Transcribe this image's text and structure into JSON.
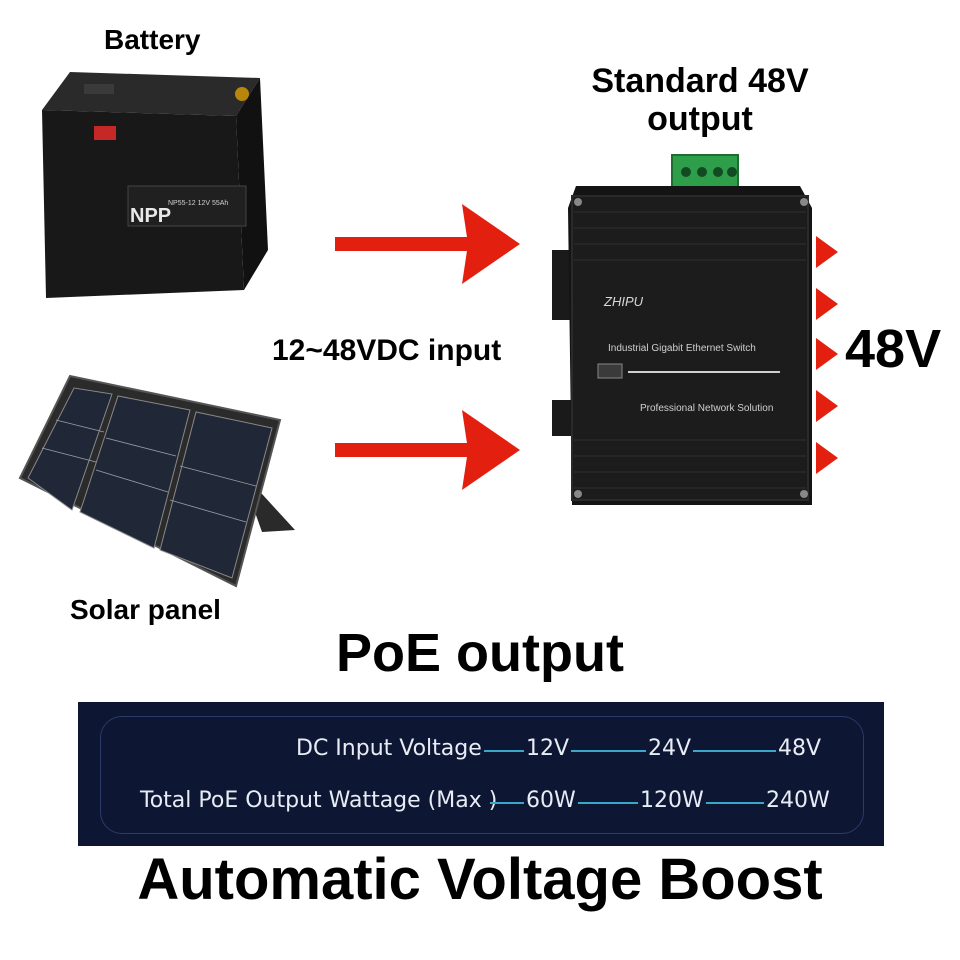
{
  "labels": {
    "battery": "Battery",
    "solar_panel": "Solar panel",
    "input": "12~48VDC input",
    "standard_output": "Standard 48V output",
    "output_voltage": "48V",
    "poe_title": "PoE output",
    "footer": "Automatic Voltage Boost"
  },
  "battery_print": {
    "brand": "NPP",
    "model": "NP55-12  12V 55Ah"
  },
  "switch_print": {
    "logo": "ZHIPU",
    "name": "Industrial Gigabit Ethernet Switch",
    "tagline": "Professional Network Solution"
  },
  "spec_table": {
    "row1_label": "DC Input Voltage",
    "row1_values": [
      "12V",
      "24V",
      "48V"
    ],
    "row2_label": "Total PoE Output Wattage (Max )",
    "row2_values": [
      "60W",
      "120W",
      "240W"
    ]
  },
  "colors": {
    "arrow": "#e3200f",
    "panel_bg": "#0d1633",
    "accent_line": "#3aa7c9"
  }
}
